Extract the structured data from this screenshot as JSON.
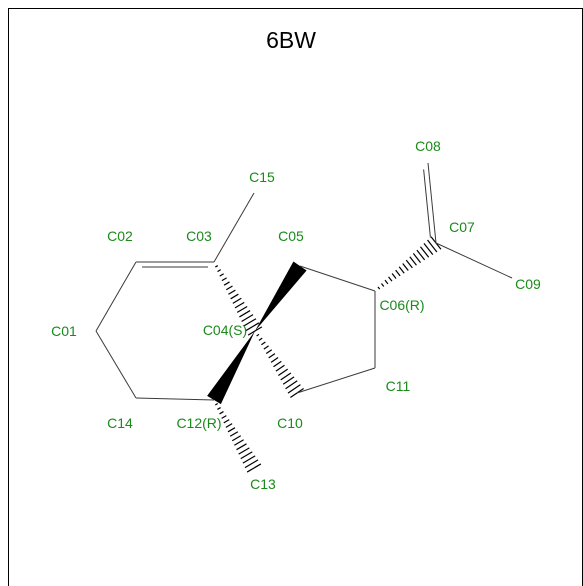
{
  "title": "6BW",
  "colors": {
    "label": "#1a8a1a",
    "bond": "#3a3a3a",
    "stereo": "#000000",
    "frame": "#000000",
    "background": "#ffffff"
  },
  "atoms": [
    {
      "id": "C01",
      "label": "C01"
    },
    {
      "id": "C02",
      "label": "C02"
    },
    {
      "id": "C03",
      "label": "C03"
    },
    {
      "id": "C04",
      "label": "C04(S)"
    },
    {
      "id": "C05",
      "label": "C05"
    },
    {
      "id": "C06",
      "label": "C06(R)"
    },
    {
      "id": "C07",
      "label": "C07"
    },
    {
      "id": "C08",
      "label": "C08"
    },
    {
      "id": "C09",
      "label": "C09"
    },
    {
      "id": "C10",
      "label": "C10"
    },
    {
      "id": "C11",
      "label": "C11"
    },
    {
      "id": "C12",
      "label": "C12(R)"
    },
    {
      "id": "C13",
      "label": "C13"
    },
    {
      "id": "C14",
      "label": "C14"
    },
    {
      "id": "C15",
      "label": "C15"
    }
  ],
  "bonds": [
    {
      "from": "C01",
      "to": "C02",
      "type": "single"
    },
    {
      "from": "C02",
      "to": "C03",
      "type": "double"
    },
    {
      "from": "C03",
      "to": "C15",
      "type": "single"
    },
    {
      "from": "C03",
      "to": "C04",
      "type": "hash"
    },
    {
      "from": "C04",
      "to": "C05",
      "type": "wedge"
    },
    {
      "from": "C04",
      "to": "C12",
      "type": "wedge"
    },
    {
      "from": "C04",
      "to": "C10",
      "type": "hash"
    },
    {
      "from": "C05",
      "to": "C06",
      "type": "single"
    },
    {
      "from": "C06",
      "to": "C07",
      "type": "hash"
    },
    {
      "from": "C07",
      "to": "C08",
      "type": "double"
    },
    {
      "from": "C07",
      "to": "C09",
      "type": "single"
    },
    {
      "from": "C06",
      "to": "C11",
      "type": "single"
    },
    {
      "from": "C11",
      "to": "C10",
      "type": "single"
    },
    {
      "from": "C12",
      "to": "C13",
      "type": "hash"
    },
    {
      "from": "C12",
      "to": "C14",
      "type": "single"
    },
    {
      "from": "C14",
      "to": "C01",
      "type": "single"
    }
  ]
}
